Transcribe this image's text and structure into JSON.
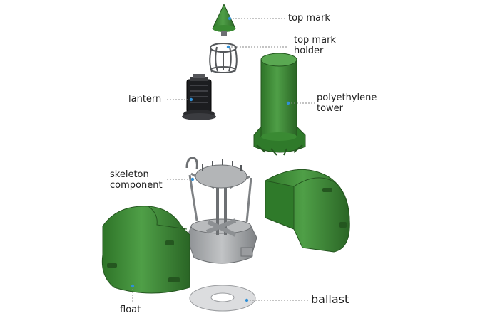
{
  "labels": {
    "top_mark": "top mark",
    "top_mark_holder_line1": "top mark",
    "top_mark_holder_line2": "holder",
    "lantern": "lantern",
    "polyethylene_tower_line1": "polyethylene",
    "polyethylene_tower_line2": "tower",
    "skeleton_component_line1": "skeleton",
    "skeleton_component_line2": "component",
    "float": "float",
    "ballast": "ballast"
  },
  "colors": {
    "green": "#3f8f3a",
    "green_light": "#5aa852",
    "green_dark": "#2b6a28",
    "steel": "#a7a9ab",
    "steel_dark": "#6d7073",
    "leader": "#8a8a8a",
    "dot": "#2f8fd6"
  }
}
